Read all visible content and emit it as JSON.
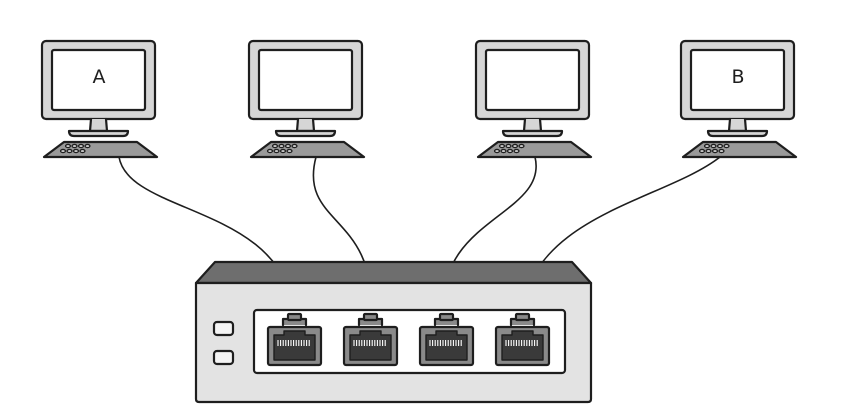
{
  "diagram": {
    "computers": [
      {
        "id": "pc-a",
        "screen_label": "A",
        "port": 1
      },
      {
        "id": "pc-2",
        "screen_label": "",
        "port": 2
      },
      {
        "id": "pc-3",
        "screen_label": "",
        "port": 3
      },
      {
        "id": "pc-b",
        "screen_label": "B",
        "port": 4
      }
    ],
    "switch": {
      "port_count": 4,
      "indicator_lights": 2
    },
    "colors": {
      "ink": "#1e1e1e",
      "monitor_body": "#d6d6d6",
      "screen": "#ffffff",
      "keyboard": "#9a9a9a",
      "switch_top": "#6e6e6e",
      "switch_front": "#e3e3e3",
      "port_panel": "#ffffff",
      "port_body": "#8a8a8a",
      "port_socket": "#3a3a3a",
      "cable": "#1e1e1e"
    }
  }
}
